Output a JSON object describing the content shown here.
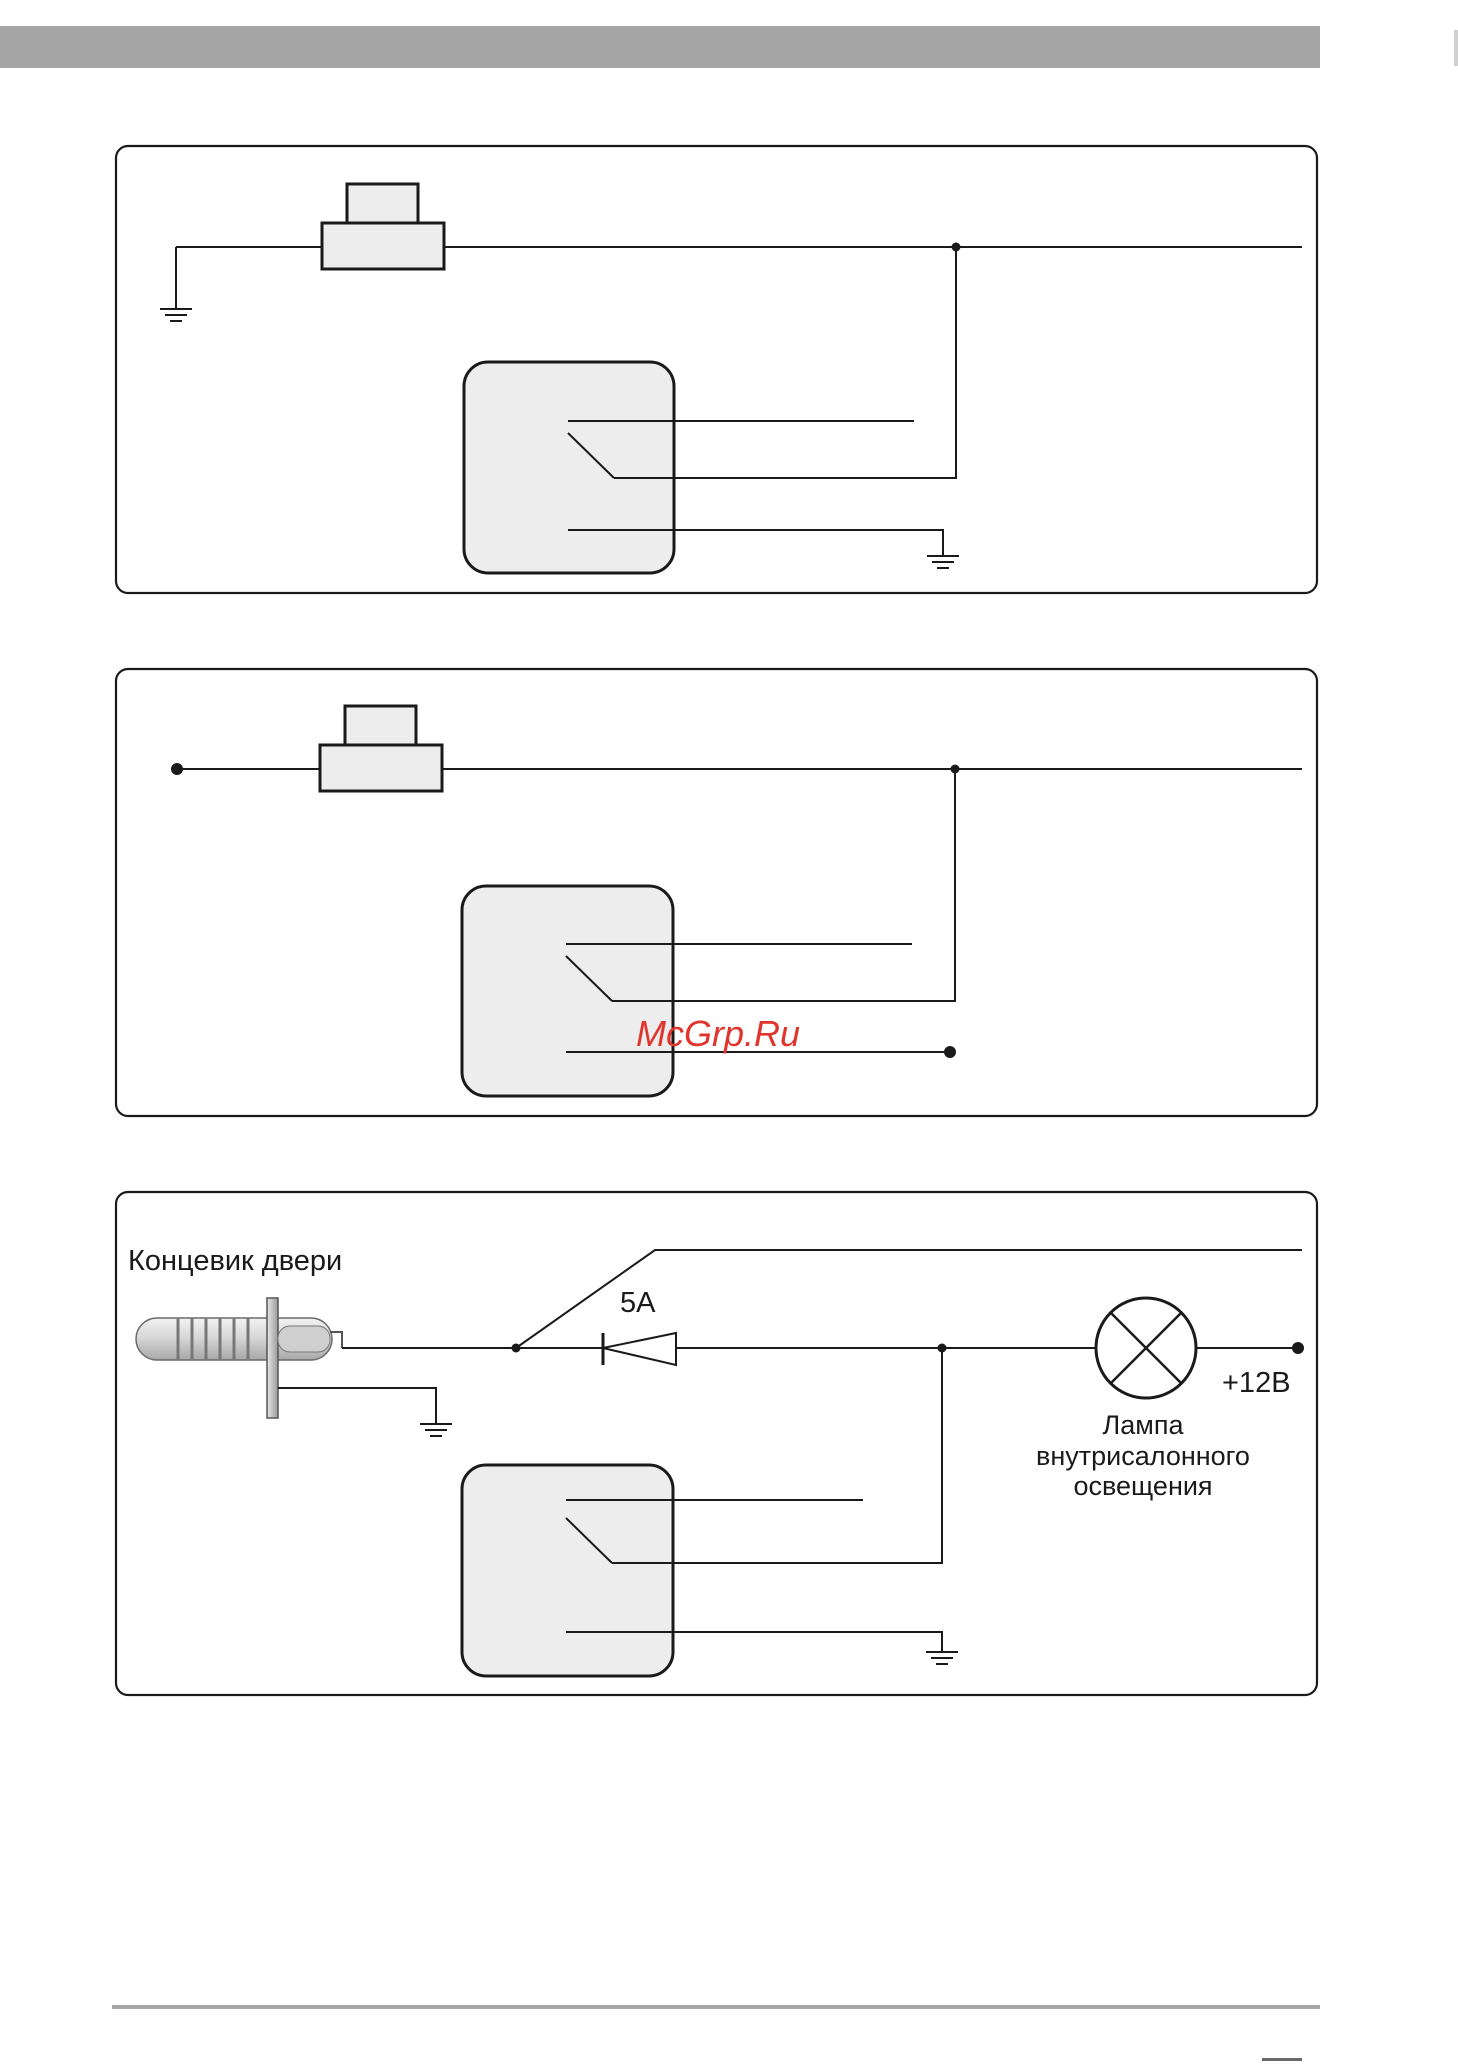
{
  "diagram_3": {
    "door_switch_label": "Концевик двери",
    "fuse_label": "5A",
    "lamp_label": [
      "Лампа",
      "внутрисалонного",
      "освещения"
    ],
    "supply_label": "+12В"
  },
  "watermark": "McGrp.Ru"
}
